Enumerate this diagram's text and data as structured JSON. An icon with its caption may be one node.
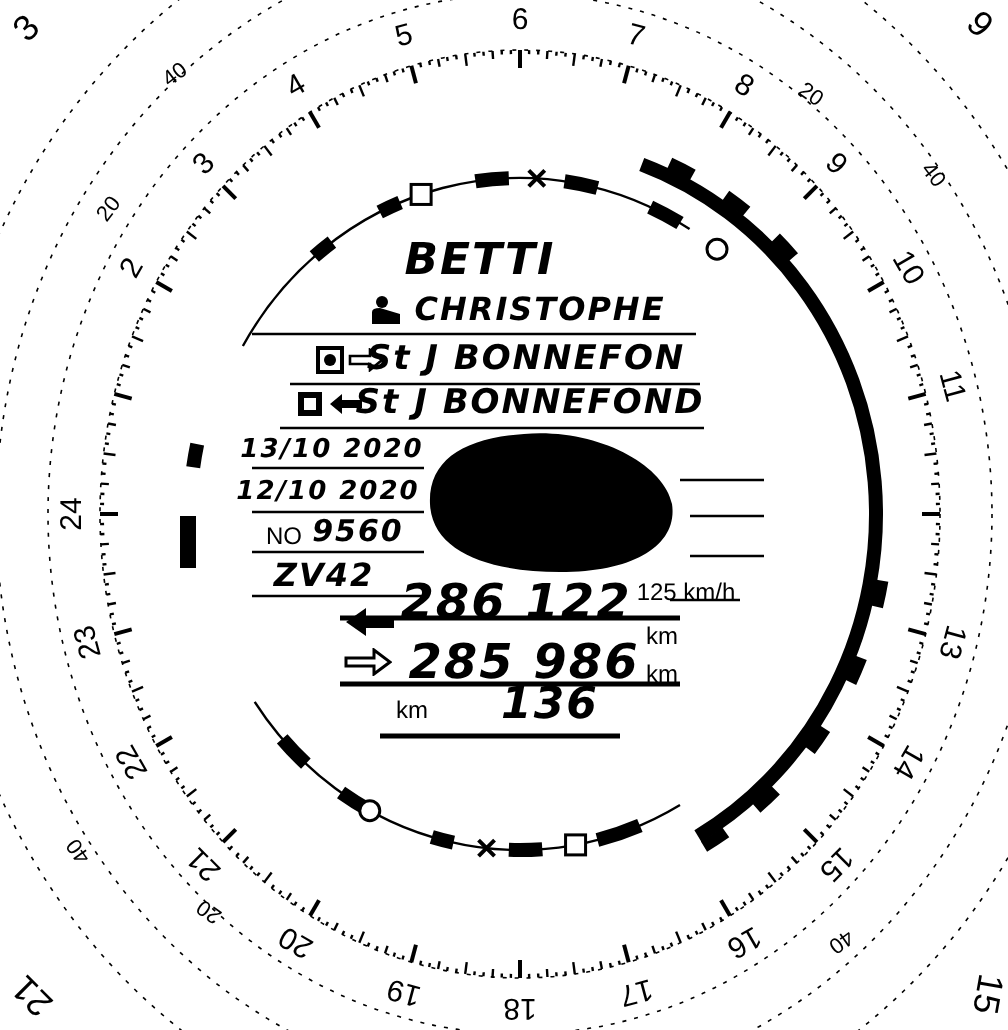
{
  "diagram": {
    "labels": [
      "2",
      "3",
      "4",
      "5",
      "6",
      "7",
      "8",
      "9",
      "10",
      "11",
      "13",
      "14",
      "15",
      "16",
      "17",
      "18",
      "19",
      "20",
      "21",
      "22",
      "23",
      "24",
      "40",
      "20",
      "20",
      "40",
      "40",
      "20",
      "40",
      "3",
      "9",
      "21",
      "15",
      "BETTI",
      "CHRISTOPHE",
      "St J BONNEFON",
      "St J BONNEFOND",
      "13/10 2020",
      "12/10 2020",
      "NO",
      "9560",
      "ZV42",
      "286 122",
      "125 km/h",
      "km",
      "285 986",
      "km",
      "km",
      "136"
    ]
  }
}
